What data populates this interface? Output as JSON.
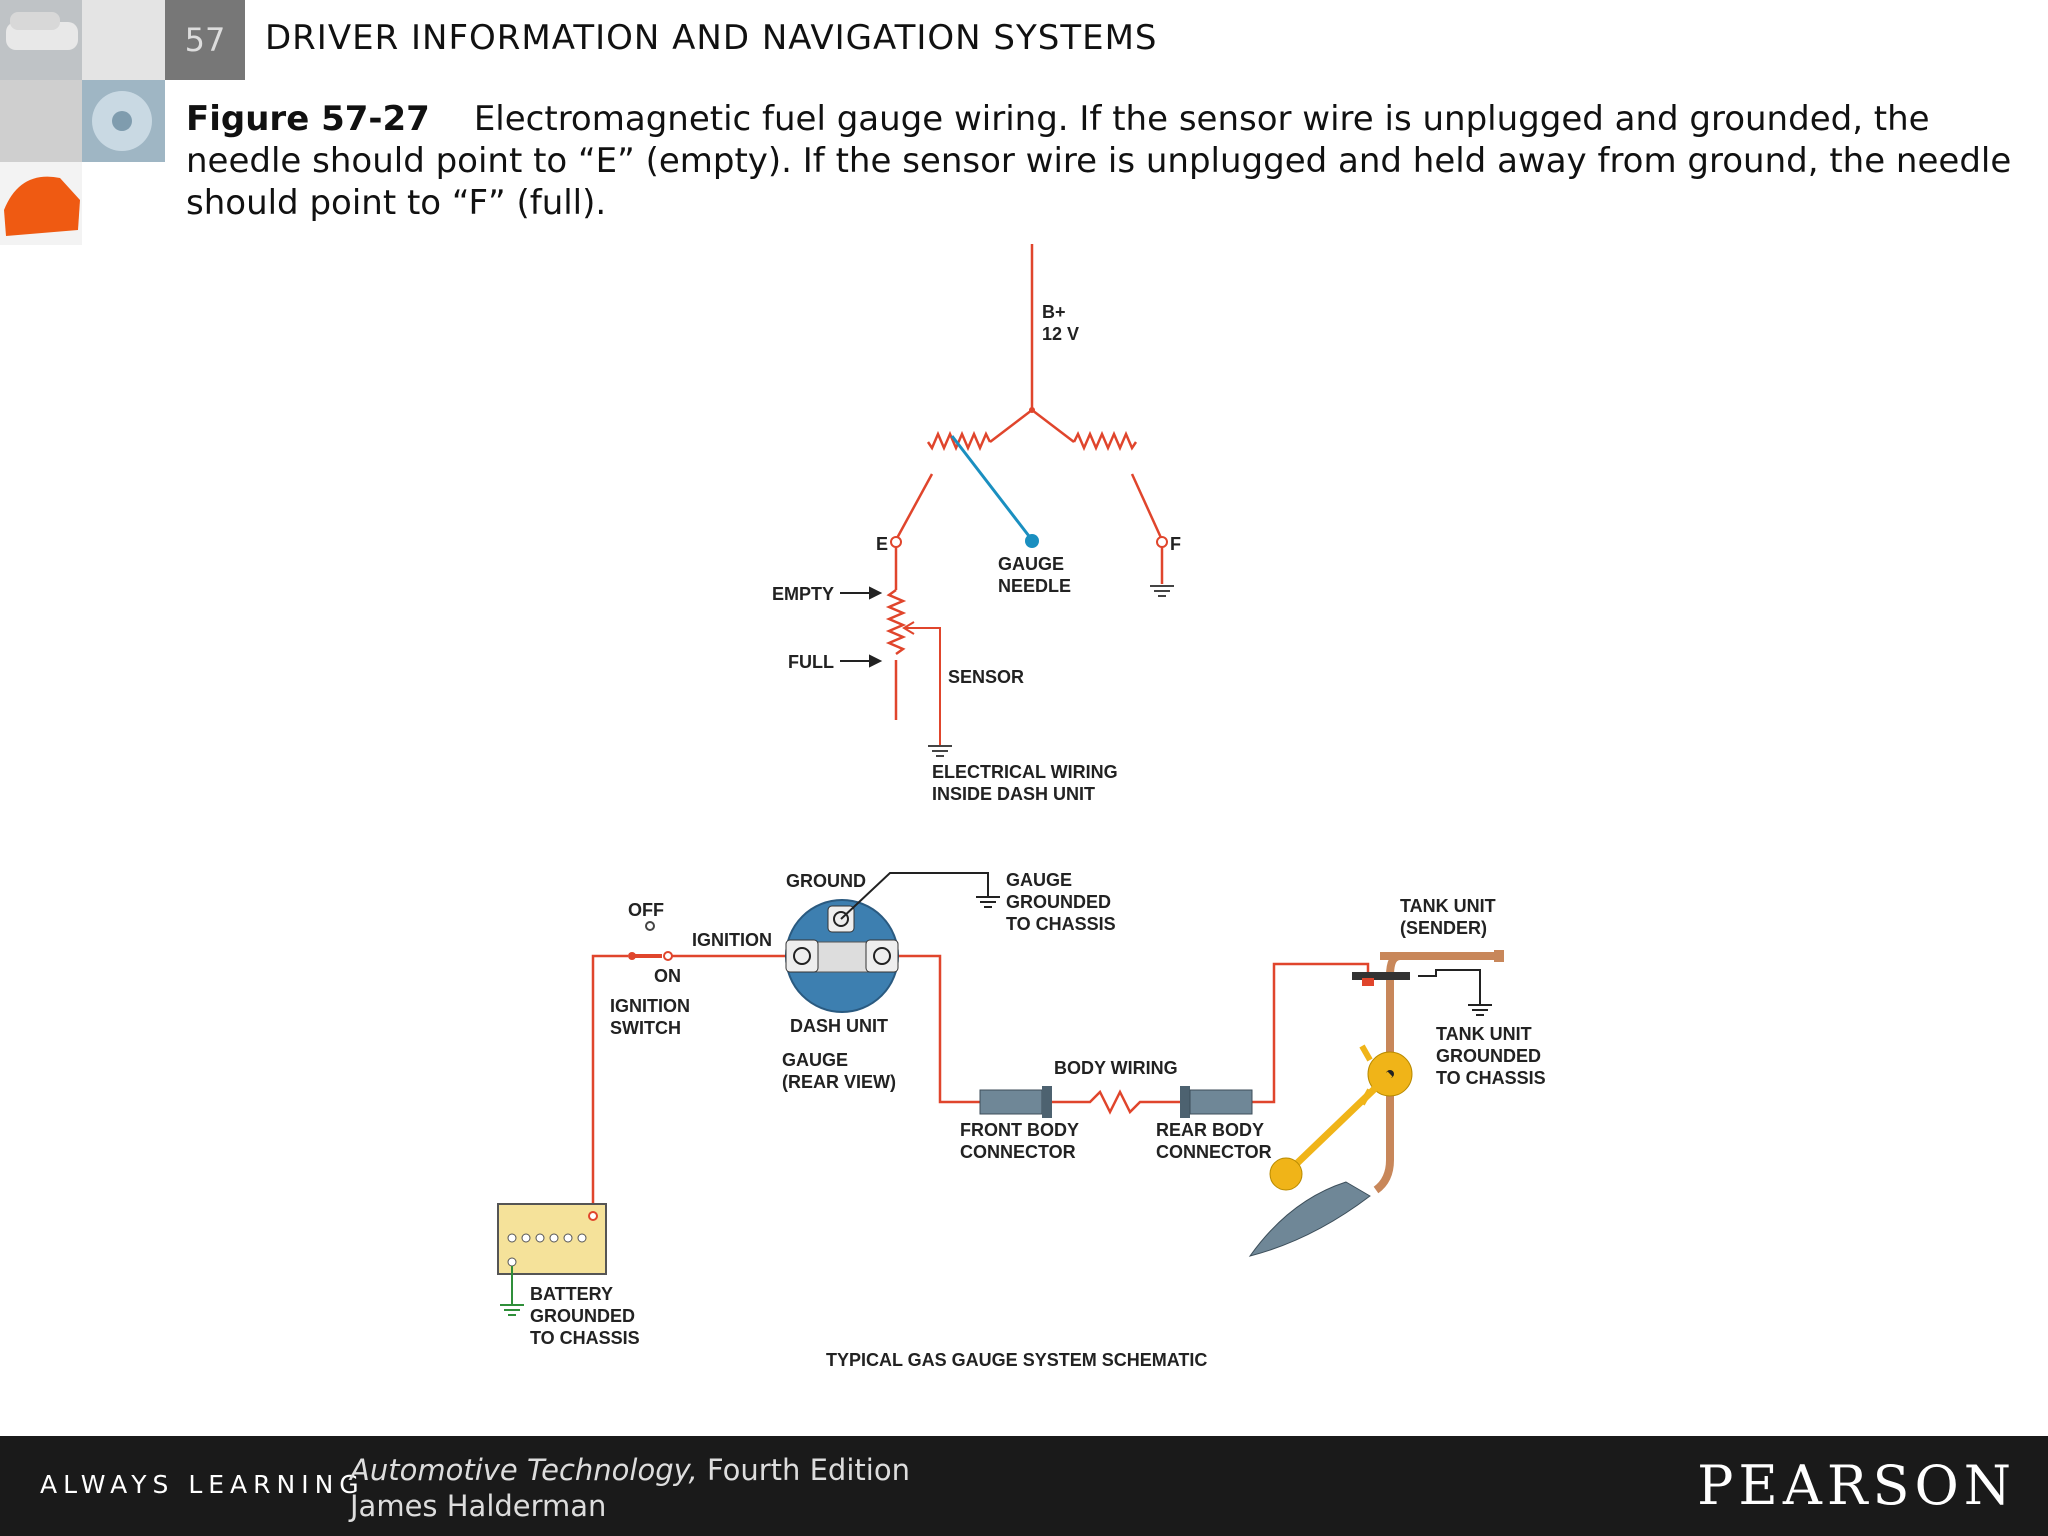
{
  "header": {
    "chapter_number": "57",
    "chapter_title": "DRIVER INFORMATION AND NAVIGATION SYSTEMS"
  },
  "caption": {
    "figure_label": "Figure 57-27",
    "text": "Electromagnetic fuel gauge wiring. If the sensor wire is unplugged and grounded, the needle should point to “E” (empty). If the sensor wire is unplugged and held away from ground, the needle should point to “F” (full)."
  },
  "diagram": {
    "top": {
      "b_plus": "B+",
      "voltage": "12 V",
      "e_label": "E",
      "f_label": "F",
      "gauge_needle_1": "GAUGE",
      "gauge_needle_2": "NEEDLE",
      "empty": "EMPTY",
      "full": "FULL",
      "sensor": "SENSOR",
      "wiring_1": "ELECTRICAL WIRING",
      "wiring_2": "INSIDE DASH UNIT"
    },
    "bottom": {
      "ground": "GROUND",
      "gauge_grounded_1": "GAUGE",
      "gauge_grounded_2": "GROUNDED",
      "gauge_grounded_3": "TO CHASSIS",
      "off": "OFF",
      "on": "ON",
      "ignition": "IGNITION",
      "ignition_switch_1": "IGNITION",
      "ignition_switch_2": "SWITCH",
      "dash_unit": "DASH UNIT",
      "gauge_rear_1": "GAUGE",
      "gauge_rear_2": "(REAR VIEW)",
      "body_wiring": "BODY WIRING",
      "front_body_1": "FRONT BODY",
      "front_body_2": "CONNECTOR",
      "rear_body_1": "REAR BODY",
      "rear_body_2": "CONNECTOR",
      "tank_unit_1": "TANK UNIT",
      "tank_unit_2": "(SENDER)",
      "tank_grounded_1": "TANK UNIT",
      "tank_grounded_2": "GROUNDED",
      "tank_grounded_3": "TO CHASSIS",
      "battery_1": "BATTERY",
      "battery_2": "GROUNDED",
      "battery_3": "TO CHASSIS",
      "schematic_title": "TYPICAL GAS GAUGE SYSTEM SCHEMATIC"
    }
  },
  "footer": {
    "always_learning": "ALWAYS LEARNING",
    "book_title": "Automotive Technology,",
    "edition": " Fourth Edition",
    "author": "James Halderman",
    "publisher": "PEARSON"
  },
  "colors": {
    "wire_red": "#e0452c",
    "needle_blue": "#1a8fc0",
    "dash_unit_blue": "#3d7fb0",
    "tank_copper": "#c8875a",
    "float_yellow": "#f0b418",
    "battery_tan": "#f5e29a",
    "connector_gray": "#6f8797",
    "footer_bg": "#1a1a1a"
  }
}
